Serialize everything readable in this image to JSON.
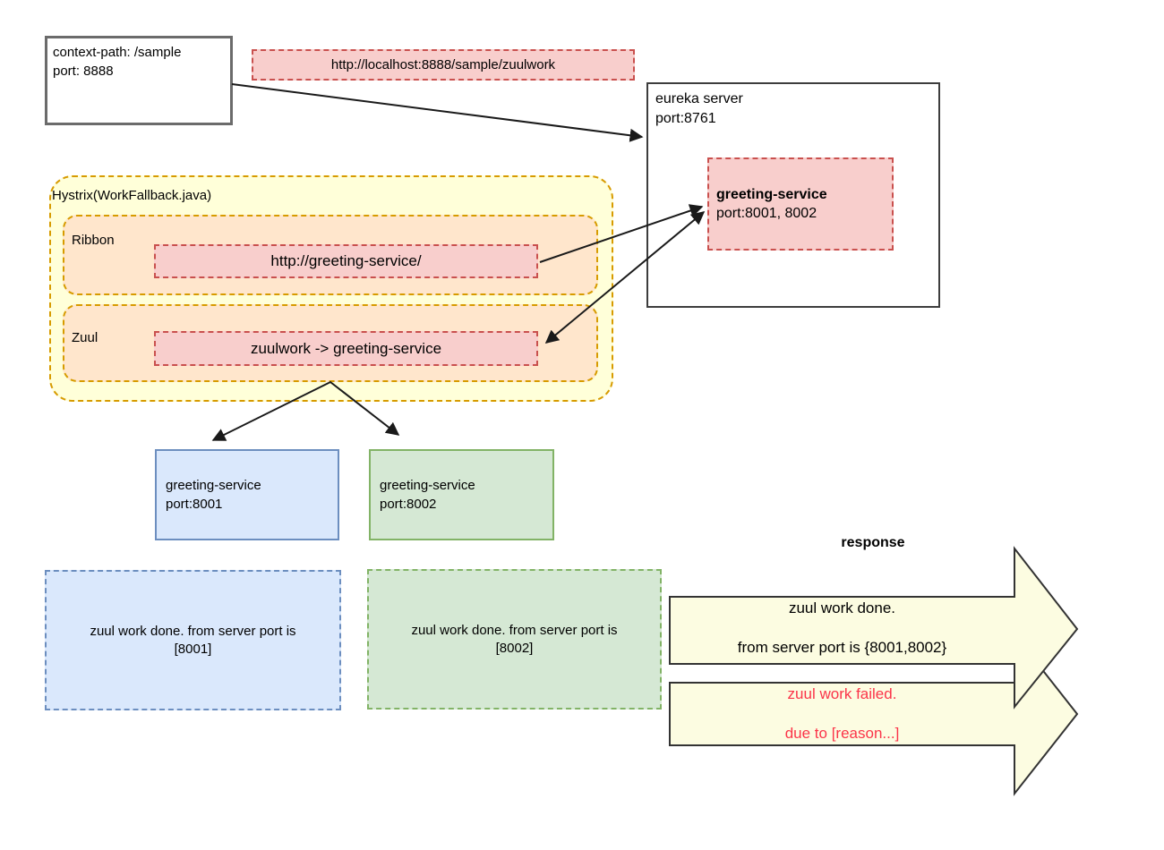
{
  "colors": {
    "pink-fill": "#f8cecc",
    "pink-border": "#c9504e",
    "peach-fill": "#ffe6cc",
    "gold-border": "#d79b00",
    "pale-yellow": "#ffffd9",
    "blue-fill": "#dae8fc",
    "blue-border": "#6c8ebf",
    "green-fill": "#d5e8d4",
    "green-border": "#82b366",
    "arrow-fill": "#fcfce1",
    "arrow-stroke": "#333333",
    "fail-red": "#fb3449"
  },
  "client": {
    "context_path": "context-path: /sample",
    "port": "port: 8888"
  },
  "request": {
    "url": "http://localhost:8888/sample/zuulwork"
  },
  "eureka": {
    "name": "eureka server",
    "port": "port:8761",
    "registration": {
      "service": "greeting-service",
      "ports": "port:8001, 8002"
    }
  },
  "hystrix": {
    "label": "Hystrix(WorkFallback.java)",
    "ribbon": {
      "label": "Ribbon",
      "url": "http://greeting-service/"
    },
    "zuul": {
      "label": "Zuul",
      "route": "zuulwork -> greeting-service"
    }
  },
  "instances": [
    {
      "service": "greeting-service",
      "port": "port:8001"
    },
    {
      "service": "greeting-service",
      "port": "port:8002"
    }
  ],
  "results": [
    {
      "line1": "zuul work done. from server port is",
      "line2": "[8001]"
    },
    {
      "line1": "zuul work done. from server port is",
      "line2": "[8002]"
    }
  ],
  "response": {
    "label": "response",
    "success": {
      "line1": "zuul work done.",
      "line2": "from server port is {8001,8002}"
    },
    "failure": {
      "line1": "zuul work failed.",
      "line2": "due to [reason...]"
    }
  }
}
